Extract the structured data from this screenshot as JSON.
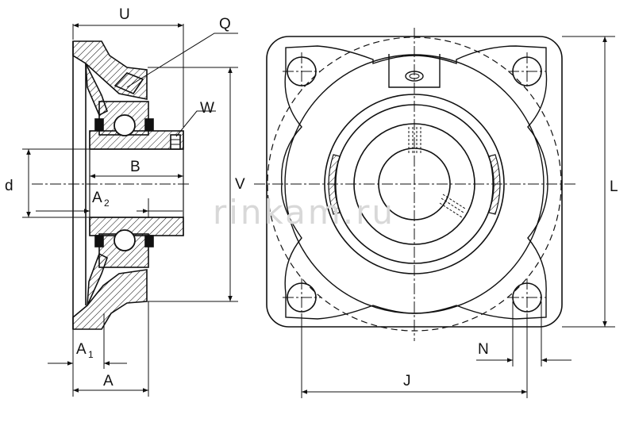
{
  "labels": {
    "U": "U",
    "Q": "Q",
    "W": "W",
    "B": "B",
    "d": "d",
    "A2": "A",
    "A2_sub": "2",
    "V": "V",
    "A1": "A",
    "A1_sub": "1",
    "A": "A",
    "L": "L",
    "N": "N",
    "J": "J"
  },
  "watermark": "rinkam.ru",
  "colors": {
    "line": "#111111",
    "hatch": "#111111",
    "watermark": "#d8d8d8",
    "background": "#ffffff"
  }
}
